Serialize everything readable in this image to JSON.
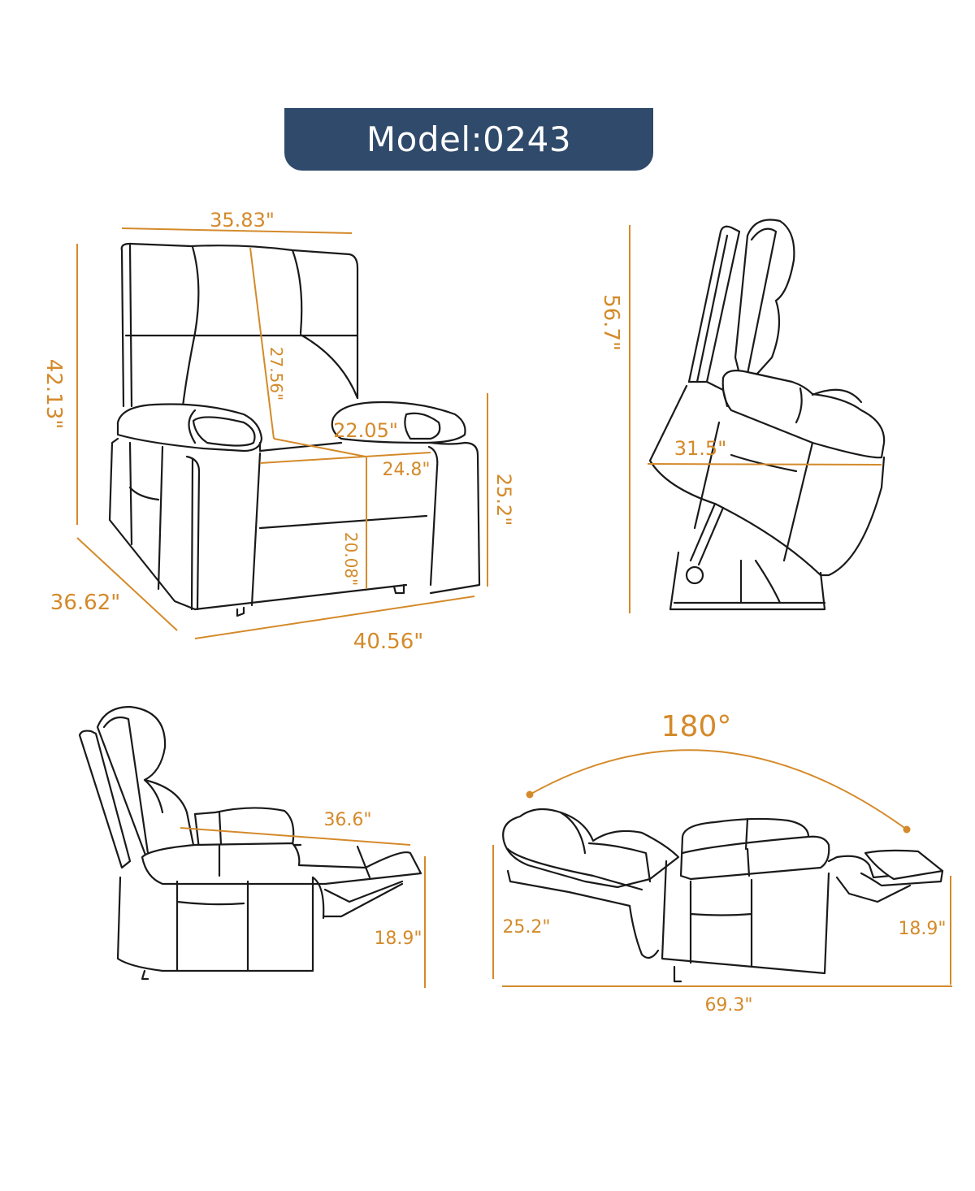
{
  "header": {
    "model_label": "Model:0243"
  },
  "colors": {
    "badge_bg": "#2f4a6a",
    "dimension_accent": "#d48a2a",
    "line_art": "#1a1a1a"
  },
  "views": {
    "front": {
      "title": "front-view",
      "dims": {
        "top_width": "35.83\"",
        "overall_height": "42.13\"",
        "back_height": "27.56\"",
        "seat_width": "22.05\"",
        "seat_depth": "24.8\"",
        "arm_height": "25.2\"",
        "seat_height": "20.08\"",
        "depth": "36.62\"",
        "width": "40.56\""
      }
    },
    "lift": {
      "title": "lift-view",
      "dims": {
        "lift_height": "56.7\"",
        "lift_depth": "31.5\""
      }
    },
    "recline": {
      "title": "recline-view",
      "dims": {
        "reclined_length": "36.6\"",
        "footrest_height": "18.9\""
      }
    },
    "flat": {
      "title": "flat-view",
      "dims": {
        "angle": "180°",
        "head_height": "25.2\"",
        "foot_height": "18.9\"",
        "total_length": "69.3\""
      }
    }
  }
}
